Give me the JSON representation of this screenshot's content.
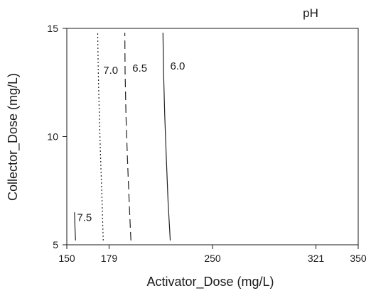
{
  "chart_data": {
    "type": "contour",
    "title": "pH",
    "xlabel": "Activator_Dose (mg/L)",
    "ylabel": "Collector_Dose (mg/L)",
    "xlim": [
      150,
      350
    ],
    "ylim": [
      5,
      15
    ],
    "x_ticks": [
      150,
      179,
      250,
      321,
      350
    ],
    "y_ticks": [
      5,
      10,
      15
    ],
    "grid": false,
    "contours": [
      {
        "level": "7.5",
        "style": "solid",
        "points": [
          [
            156,
            5.2
          ],
          [
            155.6,
            5.8
          ],
          [
            155.3,
            6.5
          ]
        ],
        "label_at": [
          157,
          6.1
        ]
      },
      {
        "level": "7.0",
        "style": "dotted",
        "points": [
          [
            175,
            5.2
          ],
          [
            174.2,
            7.0
          ],
          [
            173.2,
            9.0
          ],
          [
            172.3,
            11.0
          ],
          [
            171.6,
            13.0
          ],
          [
            171.2,
            14.8
          ]
        ],
        "label_at": [
          175,
          12.9
        ]
      },
      {
        "level": "6.5",
        "style": "dashed",
        "points": [
          [
            194,
            5.2
          ],
          [
            192.8,
            7.0
          ],
          [
            191.6,
            9.0
          ],
          [
            190.6,
            11.0
          ],
          [
            190.0,
            13.0
          ],
          [
            189.8,
            14.8
          ]
        ],
        "label_at": [
          195,
          13.0
        ]
      },
      {
        "level": "6.0",
        "style": "solid",
        "points": [
          [
            221,
            5.2
          ],
          [
            219.5,
            7.0
          ],
          [
            218.3,
            9.0
          ],
          [
            217.2,
            11.0
          ],
          [
            216.4,
            13.0
          ],
          [
            216.0,
            14.8
          ]
        ],
        "label_at": [
          221,
          13.1
        ]
      }
    ]
  }
}
